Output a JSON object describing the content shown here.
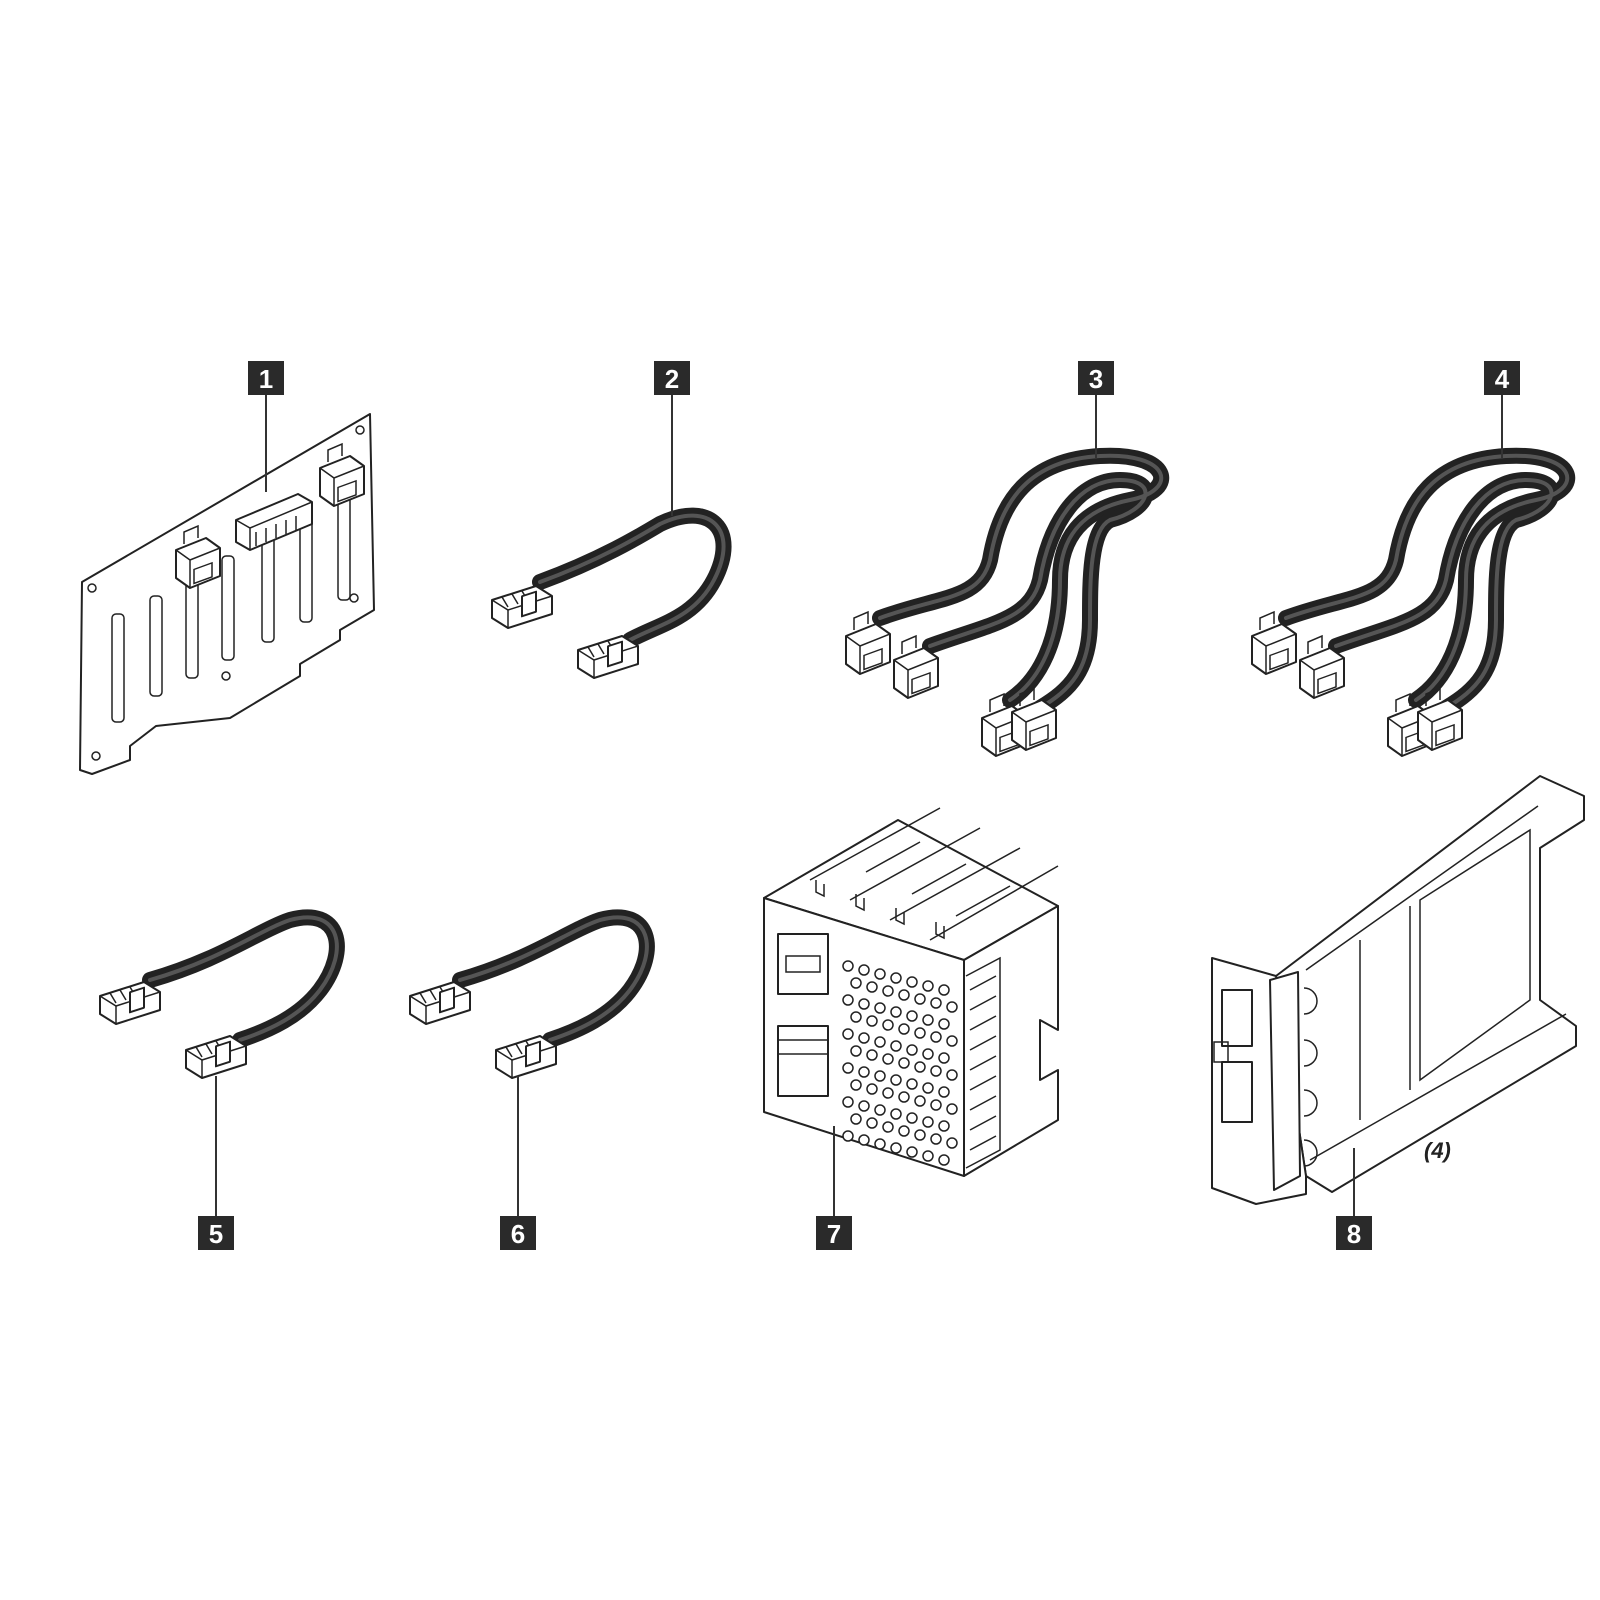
{
  "callouts": [
    {
      "id": "1",
      "label": "1"
    },
    {
      "id": "2",
      "label": "2"
    },
    {
      "id": "3",
      "label": "3"
    },
    {
      "id": "4",
      "label": "4"
    },
    {
      "id": "5",
      "label": "5"
    },
    {
      "id": "6",
      "label": "6"
    },
    {
      "id": "7",
      "label": "7"
    },
    {
      "id": "8",
      "label": "8"
    }
  ],
  "quantity_note": "(4)"
}
